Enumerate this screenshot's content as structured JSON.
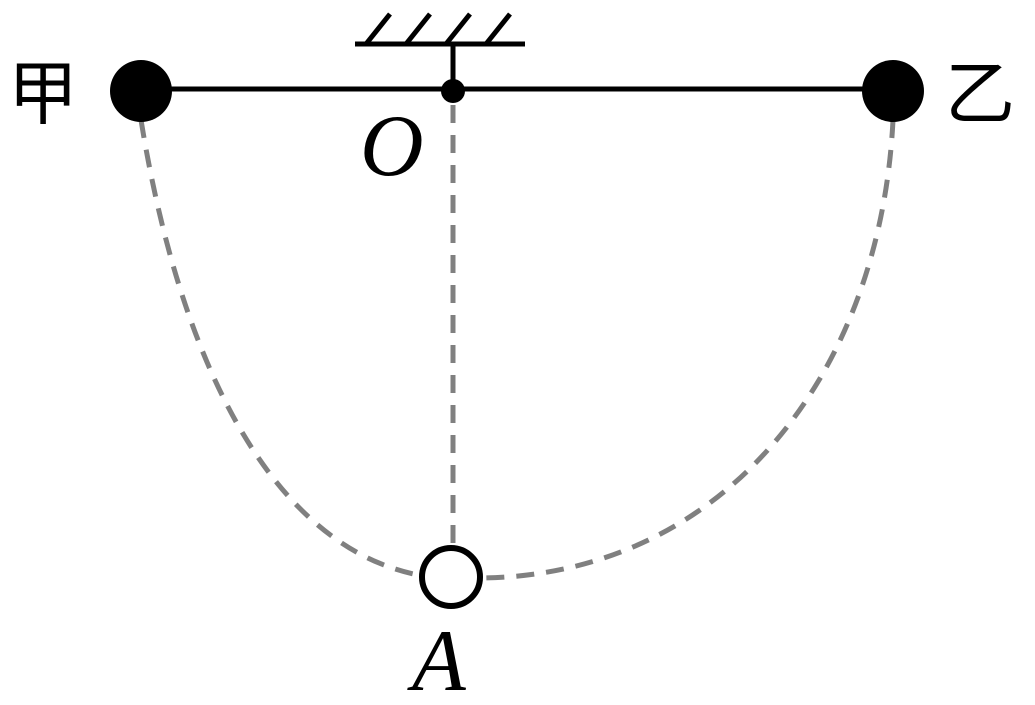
{
  "labels": {
    "left_ball": "甲",
    "right_ball": "乙",
    "pivot": "O",
    "lowest_point": "A"
  },
  "colors": {
    "ink": "#000000",
    "dashed": "#808080",
    "background": "#ffffff"
  },
  "icons": {
    "ceiling": "hatched-ceiling-icon",
    "pivot": "pivot-dot-icon"
  }
}
